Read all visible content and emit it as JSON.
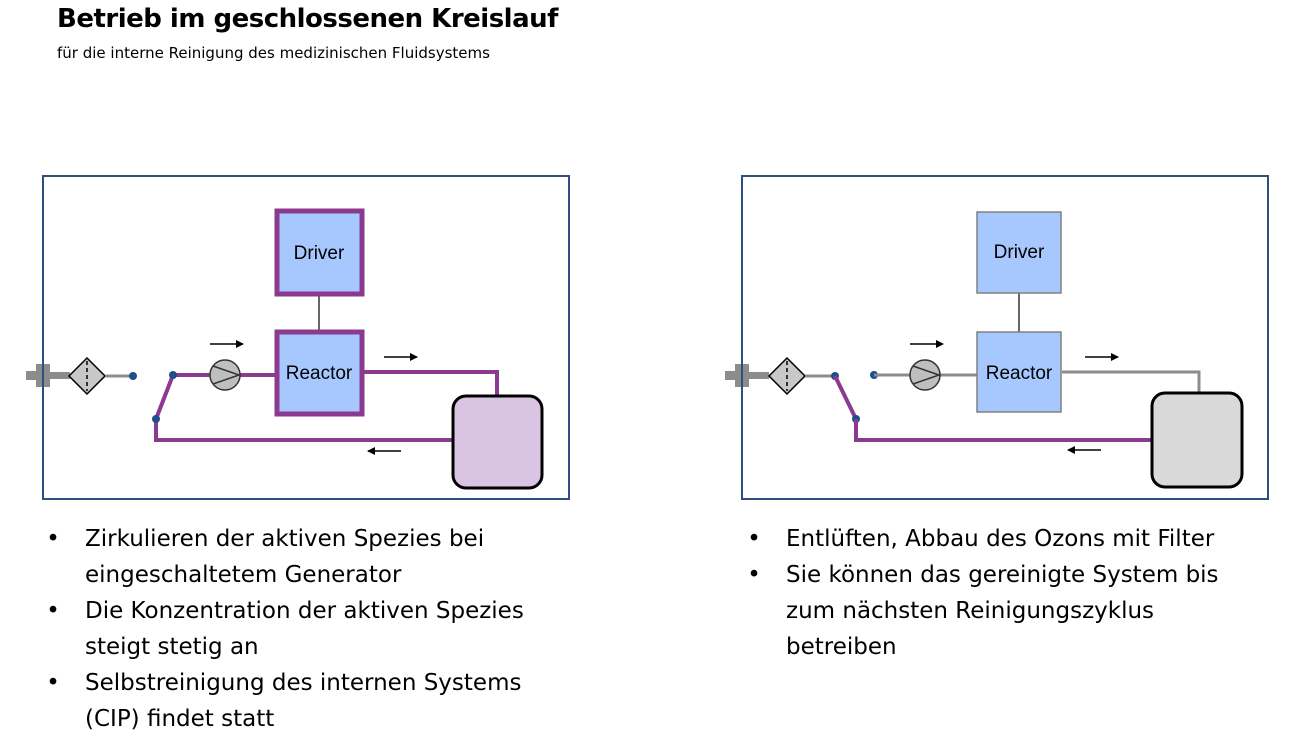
{
  "header": {
    "title": "Betrieb im geschlossenen Kreislauf",
    "subtitle": "für die interne Reinigung des medizinischen Fluidsystems"
  },
  "colors": {
    "frame": "#2f4f7f",
    "active_line": "#8b3a8f",
    "inactive_line": "#8c8c8c",
    "module_fill": "#a6c8ff",
    "tank_active": "#d9c5e3",
    "tank_inactive": "#d9d9d9",
    "valve_node": "#1f4e8c"
  },
  "panels": [
    {
      "state": "active",
      "driver_label": "Driver",
      "reactor_label": "Reactor",
      "bullets": [
        "Zirkulieren der aktiven Spezies bei eingeschaltetem Generator",
        "Die Konzentration der aktiven Spezies steigt stetig an",
        "Selbstreinigung des internen Systems (CIP) findet statt"
      ]
    },
    {
      "state": "vent",
      "driver_label": "Driver",
      "reactor_label": "Reactor",
      "bullets": [
        "Entlüften, Abbau des Ozons mit Filter",
        "Sie können das gereinigte System bis zum nächsten Reinigungszyklus betreiben"
      ]
    }
  ]
}
